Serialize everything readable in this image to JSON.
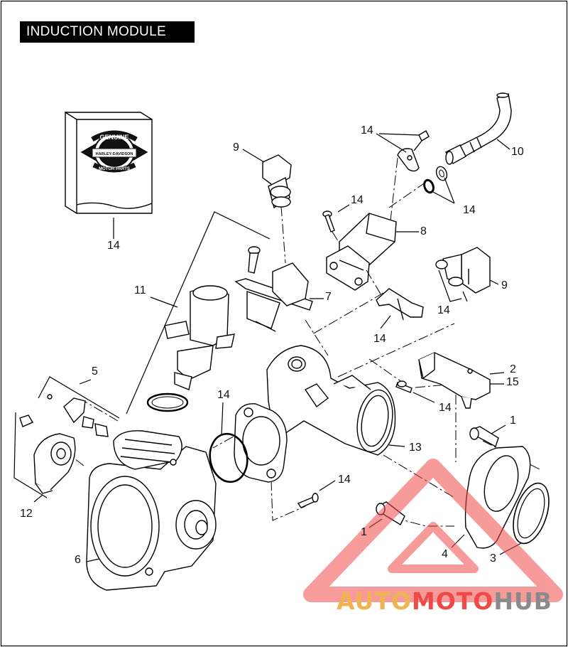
{
  "title": "INDUCTION MODULE",
  "callouts": {
    "c14_parts_box": "14",
    "c9_top": "9",
    "c14_top": "14",
    "c10": "10",
    "c14_oring": "14",
    "c14_screw": "14",
    "c8": "8",
    "c11": "11",
    "c7": "7",
    "c9_right": "9",
    "c14_injector": "14",
    "c14_clip": "14",
    "c5": "5",
    "c2": "2",
    "c15": "15",
    "c14_gasket": "14",
    "c14_mid": "14",
    "c1_top": "1",
    "c13": "13",
    "c12": "12",
    "c14_bottom": "14",
    "c1_bottom": "1",
    "c6": "6",
    "c4": "4",
    "c3": "3"
  },
  "logo": {
    "top_text": "GENUINE",
    "mid_text": "HARLEY-DAVIDSON",
    "bottom_text": "MOTOR PARTS"
  },
  "watermark": {
    "part1": "AUTO",
    "part2": "MOTO",
    "part3": "HUB"
  },
  "colors": {
    "line": "#000000",
    "title_bg": "#000000",
    "wm_orange": "#f1b34f",
    "wm_red": "#f04a48",
    "wm_gray": "#8a8a8a"
  }
}
